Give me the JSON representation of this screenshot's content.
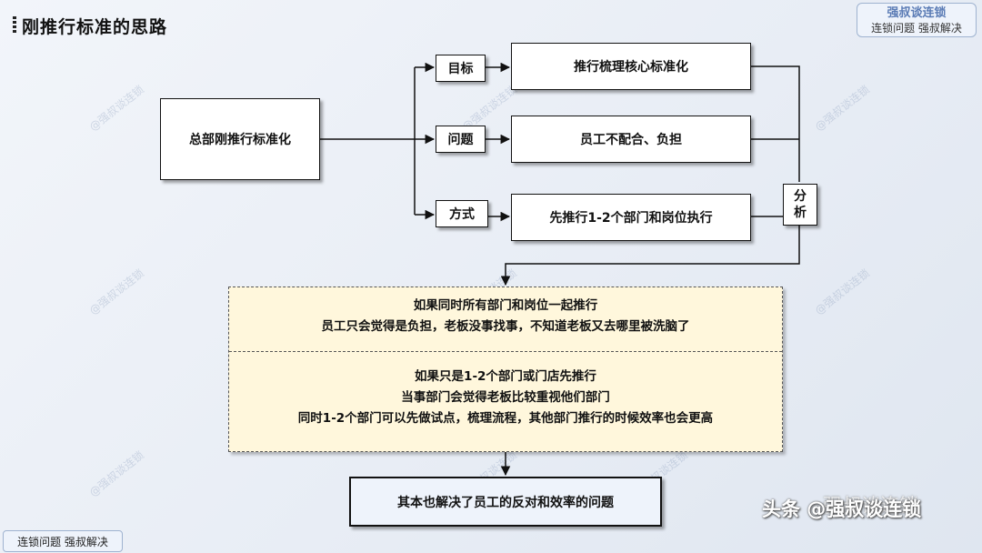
{
  "title": "刚推行标准的思路",
  "badge_top_right": {
    "line1": "强叔谈连锁",
    "line2": "连锁问题 强叔解决"
  },
  "badge_bottom_left": "连锁问题 强叔解决",
  "watermark_text": "@强叔谈连锁",
  "diagram": {
    "root": "总部刚推行标准化",
    "branches": [
      {
        "label": "目标",
        "content": "推行梳理核心标准化"
      },
      {
        "label": "问题",
        "content": "员工不配合、负担"
      },
      {
        "label": "方式",
        "content": "先推行1-2个部门和岗位执行"
      }
    ],
    "analysis_label": "分析",
    "analysis_paragraphs": [
      [
        "如果同时所有部门和岗位一起推行",
        "员工只会觉得是负担，老板没事找事，不知道老板又去哪里被洗脑了"
      ],
      [
        "如果只是1-2个部门或门店先推行",
        "当事部门会觉得老板比较重视他们部门",
        "同时1-2个部门可以先做试点，梳理流程，其他部门推行的时候效率也会更高"
      ]
    ],
    "conclusion": "其本也解决了员工的反对和效率的问题"
  },
  "footer_watermark": {
    "main": "头条 @强叔谈连锁",
    "faint": "强叔谈连锁"
  }
}
